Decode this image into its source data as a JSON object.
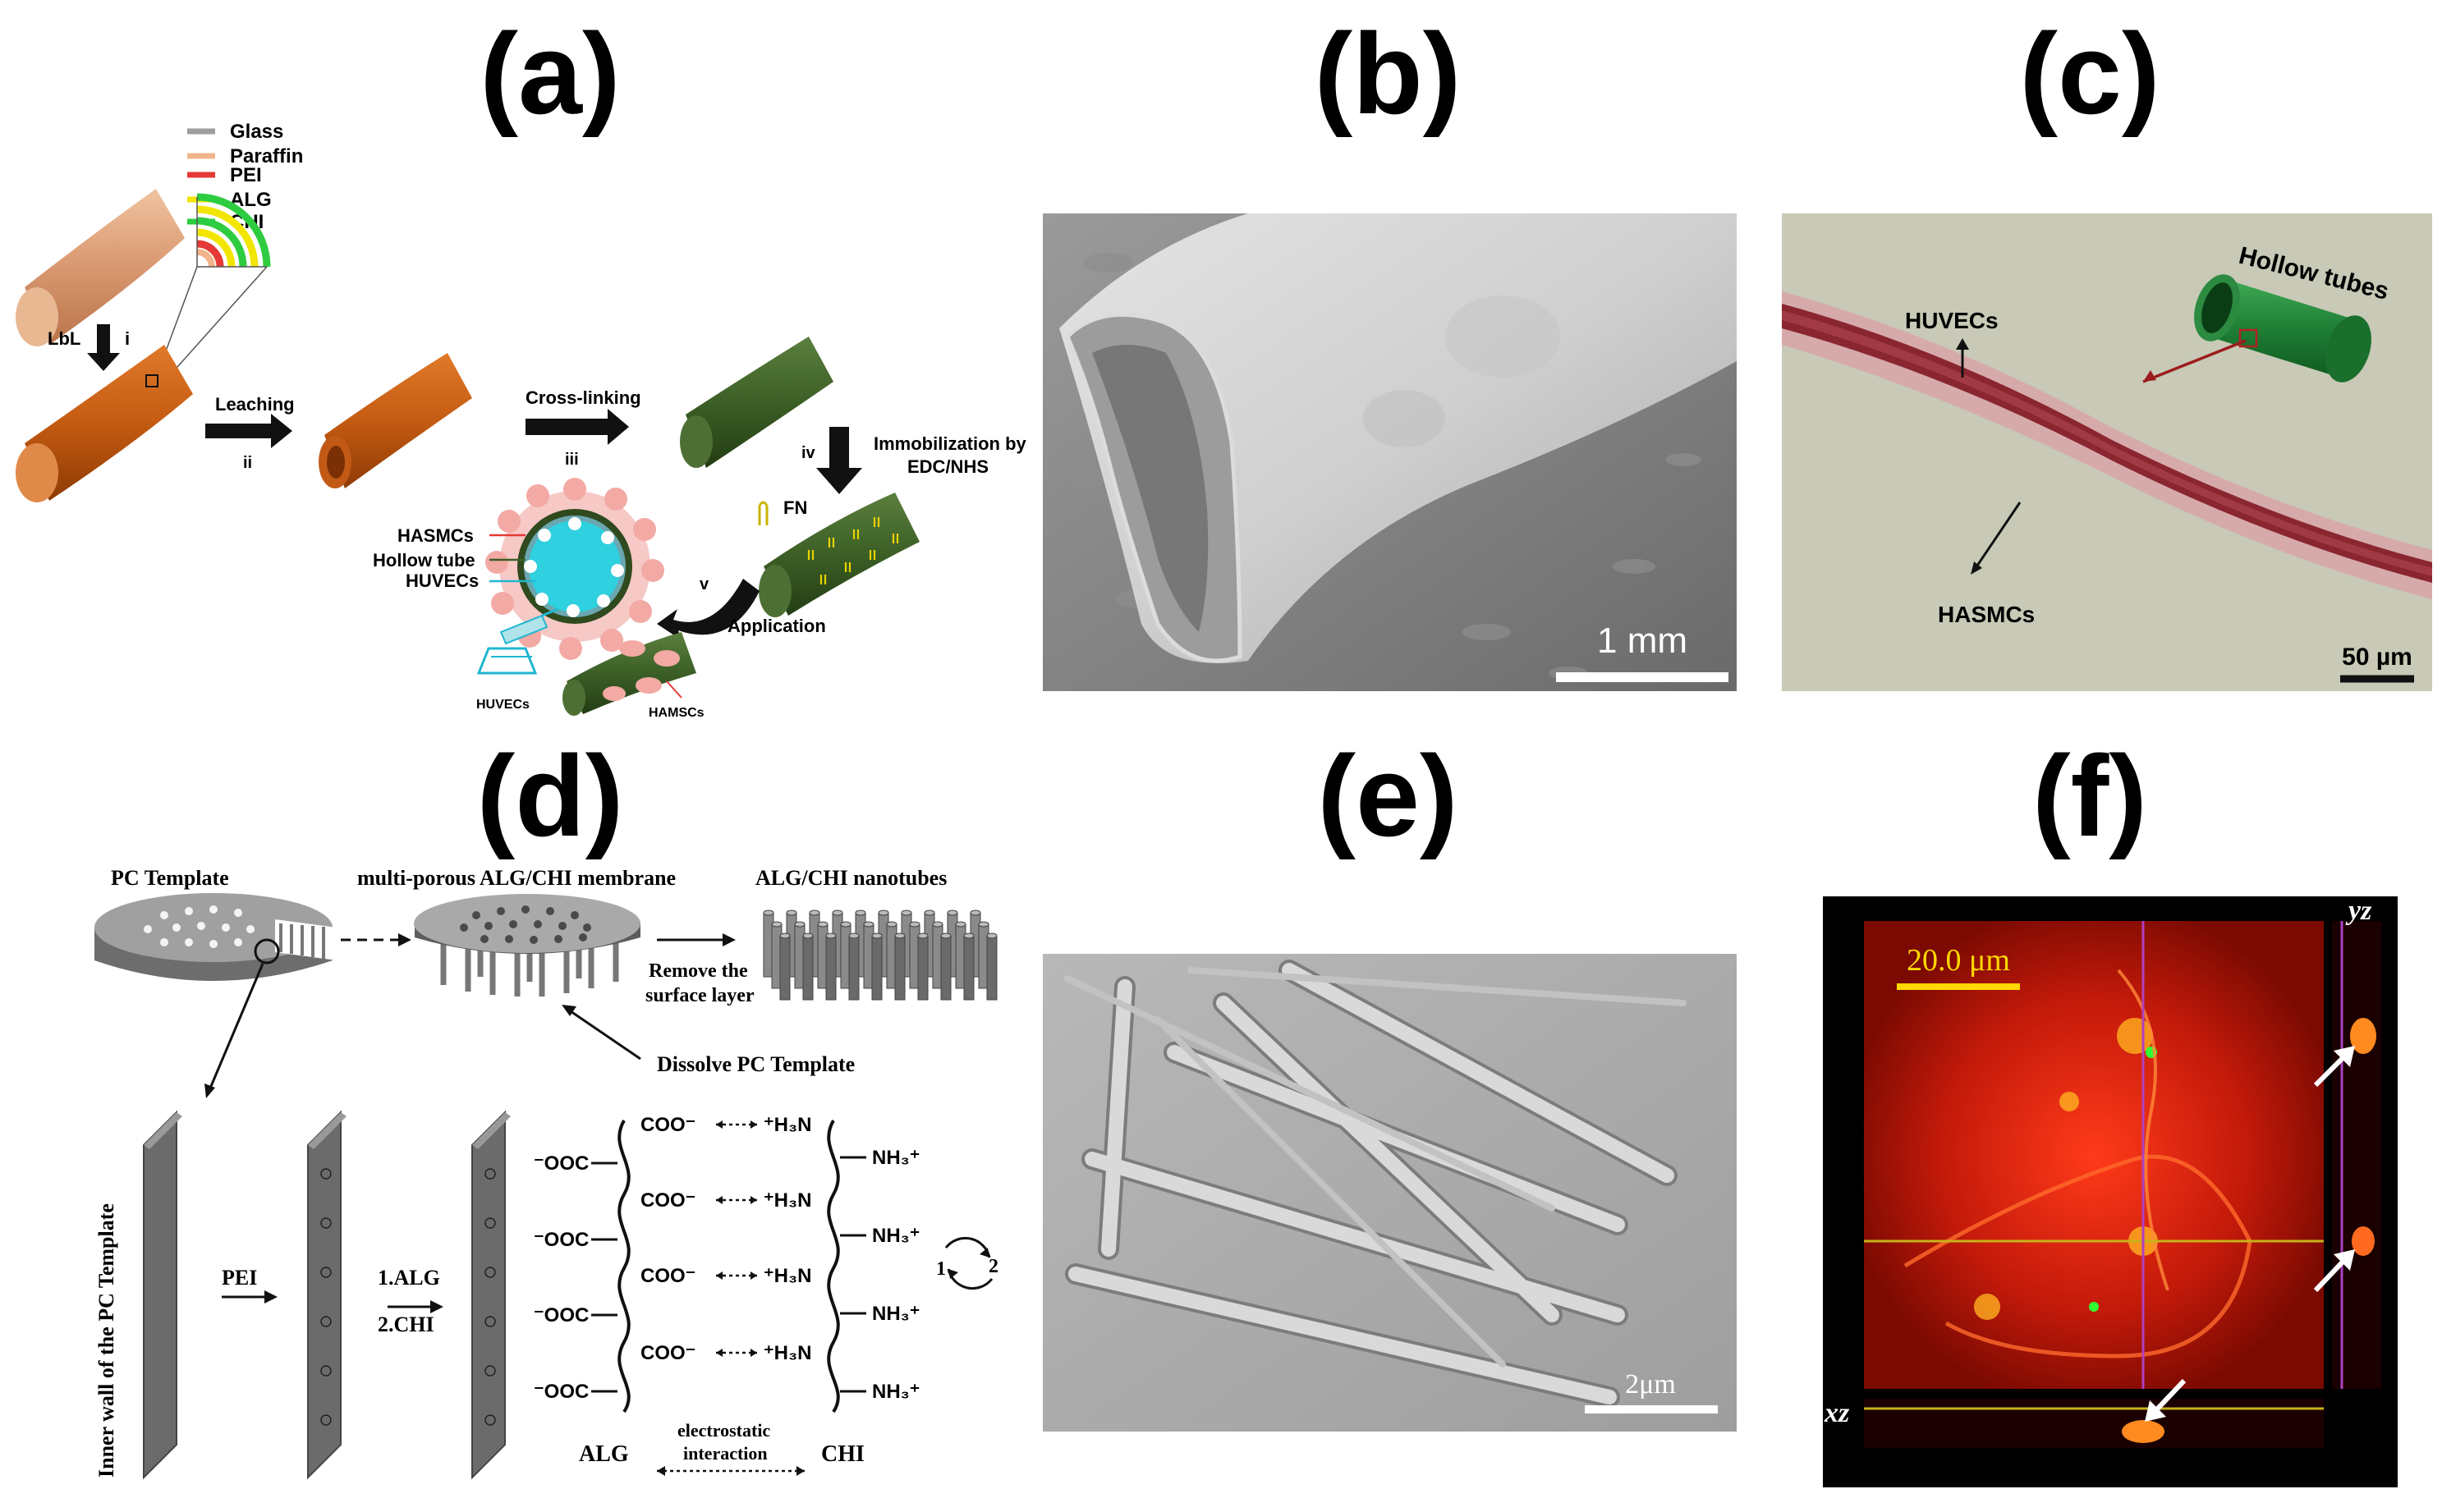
{
  "panels": {
    "a": {
      "label": "(a)",
      "legend": [
        "Glass",
        "Paraffin",
        "PEI",
        "ALG",
        "CHI"
      ],
      "legend_colors": [
        "#9e9e9e",
        "#f2b48a",
        "#e53935",
        "#f2e600",
        "#2ecc40"
      ],
      "lbl": "LbL",
      "step_i": "i",
      "leaching": "Leaching",
      "step_ii": "ii",
      "crosslinking": "Cross-linking",
      "step_iii": "iii",
      "step_iv": "iv",
      "immob_1": "Immobilization by",
      "immob_2": "EDC/NHS",
      "fn": "FN",
      "hasmcs": "HASMCs",
      "hollow_tube": "Hollow tube",
      "huvecs": "HUVECs",
      "step_v": "v",
      "application": "Application",
      "huvecs_small": "HUVECs",
      "hamscs_small": "HAMSCs"
    },
    "b": {
      "label": "(b)",
      "scale": "1 mm"
    },
    "c": {
      "label": "(c)",
      "hollow_tubes": "Hollow tubes",
      "huvecs": "HUVECs",
      "hasmcs": "HASMCs",
      "scale": "50 µm"
    },
    "d": {
      "label": "(d)",
      "pc_template": "PC Template",
      "membrane": "multi-porous ALG/CHI membrane",
      "nanotubes": "ALG/CHI nanotubes",
      "remove_1": "Remove the",
      "remove_2": "surface layer",
      "dissolve": "Dissolve PC Template",
      "inner_wall": "Inner wall of the PC Template",
      "pei": "PEI",
      "alg_step": "1.ALG",
      "chi_step": "2.CHI",
      "coo_left": "⁻OOC",
      "coo_right": "COO⁻",
      "h3n": "⁺H₃N",
      "nh3": "NH₃⁺",
      "alg": "ALG",
      "chi": "CHI",
      "electro_1": "electrostatic",
      "electro_2": "interaction",
      "cycle_1": "1",
      "cycle_2": "2"
    },
    "e": {
      "label": "(e)",
      "scale": "2μm"
    },
    "f": {
      "label": "(f)",
      "scale": "20.0 μm",
      "yz": "yz",
      "xz": "xz"
    }
  }
}
